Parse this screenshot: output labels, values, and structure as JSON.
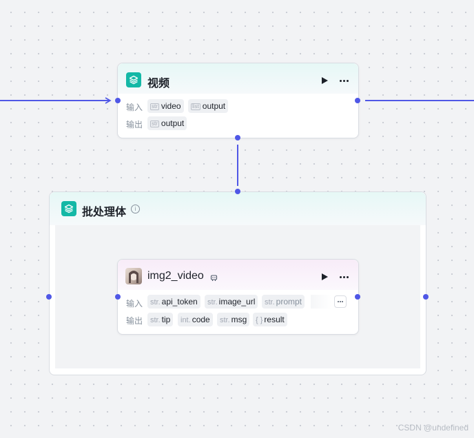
{
  "nodes": {
    "video": {
      "title": "视频",
      "input_label": "输入",
      "output_label": "输出",
      "inputs": [
        {
          "type": "str",
          "name": "video"
        },
        {
          "type": "list",
          "name": "output"
        }
      ],
      "outputs": [
        {
          "type": "str",
          "name": "output"
        }
      ]
    },
    "batch": {
      "title": "批处理体",
      "info": "i"
    },
    "img2video": {
      "title": "img2_video",
      "input_label": "输入",
      "output_label": "输出",
      "inputs": [
        {
          "type": "str.",
          "name": "api_token"
        },
        {
          "type": "str.",
          "name": "image_url"
        },
        {
          "type": "str.",
          "name": "prompt"
        }
      ],
      "outputs": [
        {
          "type": "str.",
          "name": "tip"
        },
        {
          "type": "int.",
          "name": "code"
        },
        {
          "type": "str.",
          "name": "msg"
        },
        {
          "type": "{ }",
          "name": "result"
        }
      ]
    }
  },
  "icons": {
    "app": "layers-icon",
    "run": "play-icon",
    "more": "more-icon",
    "plugin": "plugin-icon",
    "info": "info-icon"
  },
  "colors": {
    "accent": "#4f57e6",
    "app_icon": "#14b8a6"
  },
  "watermark": "CSDN @undefined"
}
